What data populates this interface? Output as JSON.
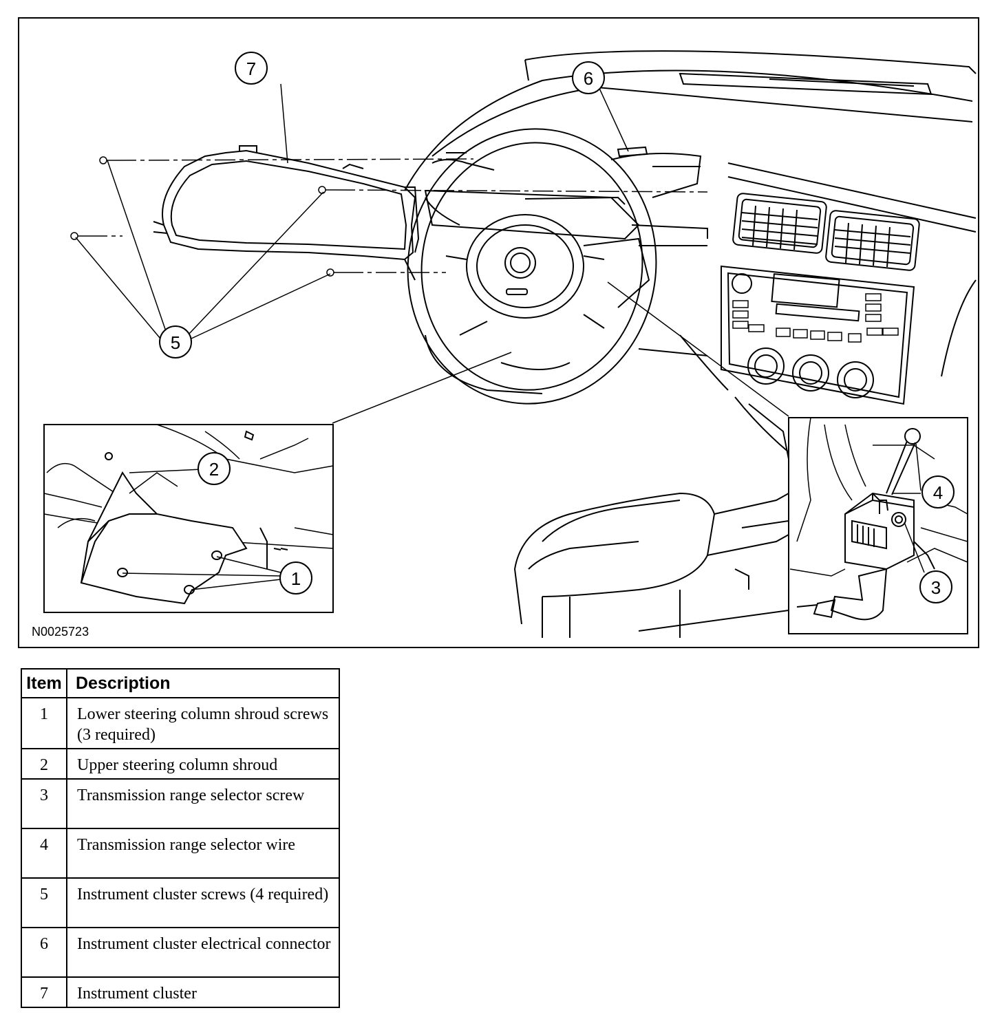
{
  "figure": {
    "id": "N0025723",
    "callouts": [
      "1",
      "2",
      "3",
      "4",
      "5",
      "6",
      "7"
    ]
  },
  "legend": {
    "headers": {
      "item": "Item",
      "description": "Description"
    },
    "rows": [
      {
        "item": "1",
        "description": "Lower steering column shroud screws (3 required)"
      },
      {
        "item": "2",
        "description": "Upper steering column shroud"
      },
      {
        "item": "3",
        "description": "Transmission range selector screw"
      },
      {
        "item": "4",
        "description": "Transmission range selector wire"
      },
      {
        "item": "5",
        "description": "Instrument cluster screws (4 required)"
      },
      {
        "item": "6",
        "description": "Instrument cluster electrical connector"
      },
      {
        "item": "7",
        "description": "Instrument cluster"
      }
    ]
  }
}
